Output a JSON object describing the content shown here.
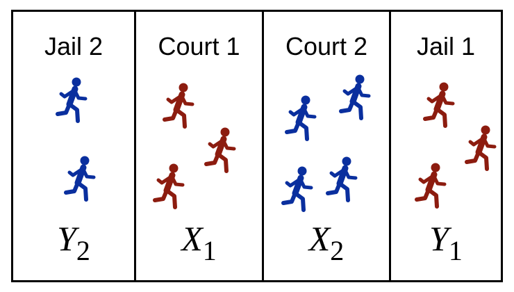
{
  "colors": {
    "blue": "#0a2f9e",
    "red": "#8c1c0f",
    "border": "#000000"
  },
  "panels": [
    {
      "title": "Jail 2",
      "var": "Y",
      "sub": "2",
      "figure_color": "blue",
      "figure_icon": "running-person-icon",
      "figure_count": 2
    },
    {
      "title": "Court 1",
      "var": "X",
      "sub": "1",
      "figure_color": "red",
      "figure_icon": "running-person-icon",
      "figure_count": 3
    },
    {
      "title": "Court 2",
      "var": "X",
      "sub": "2",
      "figure_color": "blue",
      "figure_icon": "running-person-icon",
      "figure_count": 4
    },
    {
      "title": "Jail 1",
      "var": "Y",
      "sub": "1",
      "figure_color": "red",
      "figure_icon": "running-person-icon",
      "figure_count": 3
    }
  ]
}
